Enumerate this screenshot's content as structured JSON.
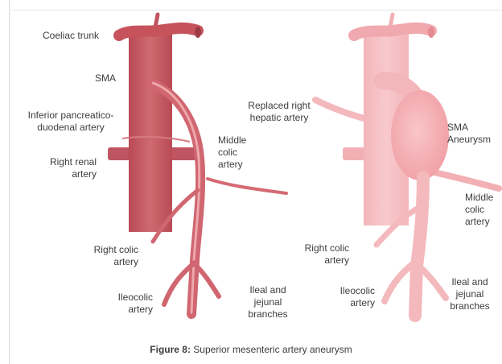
{
  "labels": {
    "coeliac_trunk": "Coeliac trunk",
    "sma": "SMA",
    "inferior_pancreaticoduodenal": "Inferior pancreatico-\nduodenal artery",
    "right_renal": "Right renal\nartery",
    "middle_colic_left": "Middle\ncolic\nartery",
    "right_colic_left": "Right colic\nartery",
    "ileocolic_left": "Ileocolic\nartery",
    "ileal_jejunal_left": "Ileal and\njejunal\nbranches",
    "replaced_right_hepatic": "Replaced right\nhepatic artery",
    "sma_aneurysm": "SMA\nAneurysm",
    "middle_colic_right": "Middle\ncolic\nartery",
    "right_colic_right": "Right colic\nartery",
    "ileocolic_right": "Ileocolic\nartery",
    "ileal_jejunal_right": "Ileal and\njejunal\nbranches"
  },
  "caption": {
    "prefix": "Figure 8:",
    "text": " Superior mesenteric artery aneurysm"
  },
  "colors": {
    "normal_artery": "#c8575f",
    "normal_artery_light": "#e3868b",
    "aneurysm_artery": "#f2b5b8",
    "aneurysm_artery_light": "#f8cfd1"
  }
}
